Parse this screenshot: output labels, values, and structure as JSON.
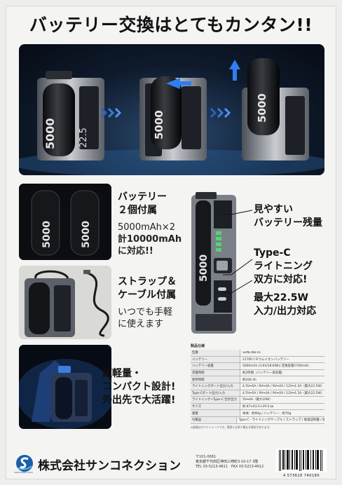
{
  "headline": "バッテリー交換はとてもカンタン!!",
  "hero": {
    "battery_label": "5000",
    "power_label": "22.5",
    "colors": {
      "arrow_blue": "#2f7ef2",
      "chevron": "#3a78d8",
      "glow": "#2a4a6f"
    }
  },
  "features": [
    {
      "title_1": "バッテリー",
      "title_2": "２個付属",
      "body_1": "5000mAh×2",
      "body_2": "計10000mAh",
      "body_3": "に対応!!"
    },
    {
      "title_1": "ストラップ＆",
      "title_2": "ケーブル付属",
      "body_1": "いつでも手軽",
      "body_2": "に使えます"
    },
    {
      "title_1": "超軽量・",
      "title_2": "コンパクト設計!",
      "title_3": "外出先で大活躍!"
    }
  ],
  "callouts": {
    "remaining_1": "見やすい",
    "remaining_2": "バッテリー残量",
    "typec_1": "Type-C",
    "typec_2": "ライトニング",
    "typec_3": "双方に対応!",
    "output_1": "最大22.5W",
    "output_2": "入力/出力対応"
  },
  "spec": {
    "title": "製品仕様",
    "rows": [
      {
        "k": "型番",
        "v": "SUNCMB-01"
      },
      {
        "k": "バッテリー",
        "v": "21700リチウムイオンバッテリー"
      },
      {
        "k": "バッテリー容量",
        "v": "5000mAh (3.6V/18.6Wh)  定格容量2700mAh"
      },
      {
        "k": "充電時間",
        "v": "約2時間（バッテリー満充電）"
      },
      {
        "k": "使用時間",
        "v": "約168.3h"
      },
      {
        "k": "ライトニングポート出力/入力",
        "v": "4.5V⎓5A / 9V⎓3A / 9V⎓2A / 12V⎓1.5A（最大22.5W）"
      },
      {
        "k": "Type-Cポート出力/入力",
        "v": "4.5V⎓5A / 9V⎓3A / 9V⎓2A / 12V⎓1.5A（最大22.5W）"
      },
      {
        "k": "ライトニング+Type-C 合計出力",
        "v": "5V⎓4A（最大20W）"
      },
      {
        "k": "サイズ",
        "v": "約 87×63.5×29.5 ㎜"
      },
      {
        "k": "重量",
        "v": "本体：約90g / バッテリー：約70g"
      },
      {
        "k": "付属品",
        "v": "Type-C - ライトニングケーブル / ストラップ / 取扱説明書 / 保証書"
      }
    ],
    "note": "※画像はすべてイメージです。実際とは多少異なる場合があります。"
  },
  "footer": {
    "logo_caption": "SUNCONNECTION",
    "company": "株式会社サンコネクション",
    "address_1": "〒101-0061",
    "address_2": "東京都千代田区神田三崎町3-10-17 3階",
    "address_3": "TEL 03-5213-4611　FAX 03-5213-4612",
    "barcode_number": "4 573616 740180"
  }
}
